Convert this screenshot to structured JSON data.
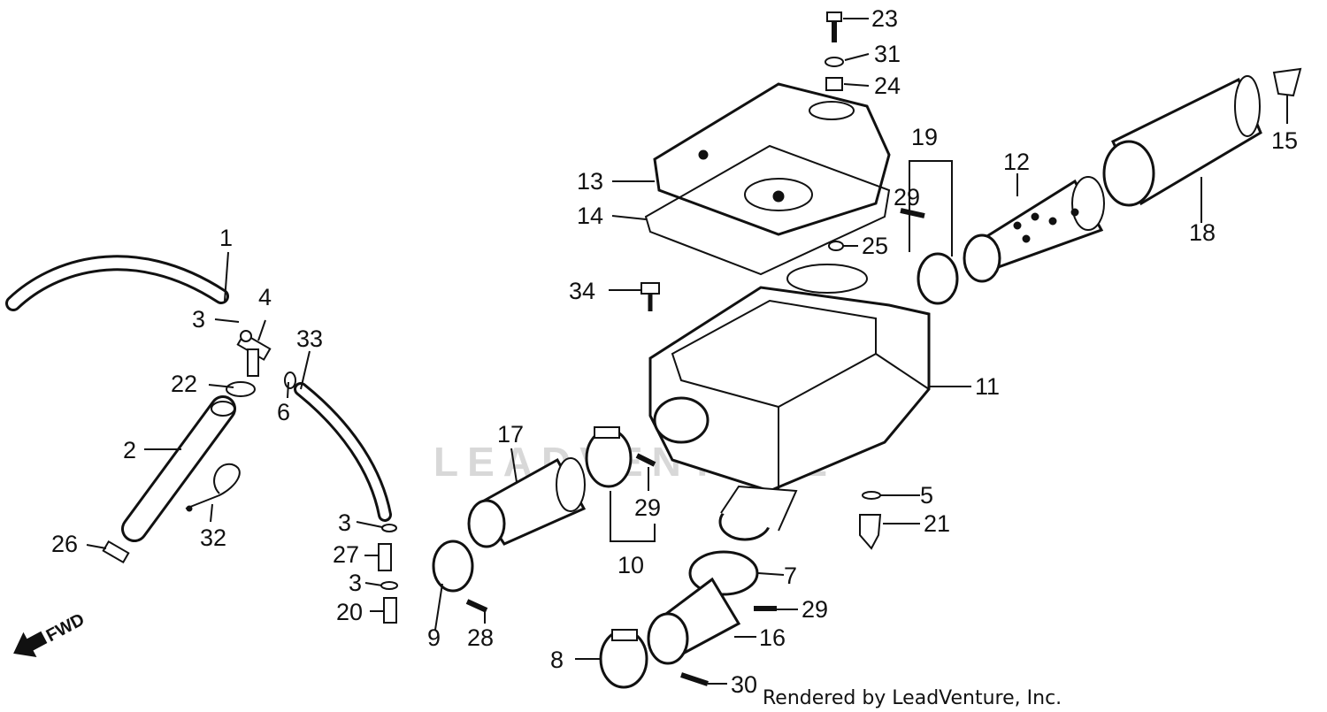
{
  "diagram": {
    "callouts": [
      {
        "id": "c1",
        "text": "1"
      },
      {
        "id": "c2",
        "text": "2"
      },
      {
        "id": "c3a",
        "text": "3"
      },
      {
        "id": "c3b",
        "text": "3"
      },
      {
        "id": "c3c",
        "text": "3"
      },
      {
        "id": "c4",
        "text": "4"
      },
      {
        "id": "c5",
        "text": "5"
      },
      {
        "id": "c6",
        "text": "6"
      },
      {
        "id": "c7",
        "text": "7"
      },
      {
        "id": "c8",
        "text": "8"
      },
      {
        "id": "c9",
        "text": "9"
      },
      {
        "id": "c10",
        "text": "10"
      },
      {
        "id": "c11",
        "text": "11"
      },
      {
        "id": "c12",
        "text": "12"
      },
      {
        "id": "c13",
        "text": "13"
      },
      {
        "id": "c14",
        "text": "14"
      },
      {
        "id": "c15",
        "text": "15"
      },
      {
        "id": "c16",
        "text": "16"
      },
      {
        "id": "c17",
        "text": "17"
      },
      {
        "id": "c18",
        "text": "18"
      },
      {
        "id": "c19",
        "text": "19"
      },
      {
        "id": "c20",
        "text": "20"
      },
      {
        "id": "c21",
        "text": "21"
      },
      {
        "id": "c22",
        "text": "22"
      },
      {
        "id": "c23",
        "text": "23"
      },
      {
        "id": "c24",
        "text": "24"
      },
      {
        "id": "c25",
        "text": "25"
      },
      {
        "id": "c26",
        "text": "26"
      },
      {
        "id": "c27",
        "text": "27"
      },
      {
        "id": "c28",
        "text": "28"
      },
      {
        "id": "c29a",
        "text": "29"
      },
      {
        "id": "c29b",
        "text": "29"
      },
      {
        "id": "c29c",
        "text": "29"
      },
      {
        "id": "c30",
        "text": "30"
      },
      {
        "id": "c31",
        "text": "31"
      },
      {
        "id": "c32",
        "text": "32"
      },
      {
        "id": "c33",
        "text": "33"
      },
      {
        "id": "c34",
        "text": "34"
      }
    ],
    "direction_label": "FWD",
    "watermark": "LEADVENTURE",
    "credit": "Rendered by LeadVenture, Inc."
  }
}
